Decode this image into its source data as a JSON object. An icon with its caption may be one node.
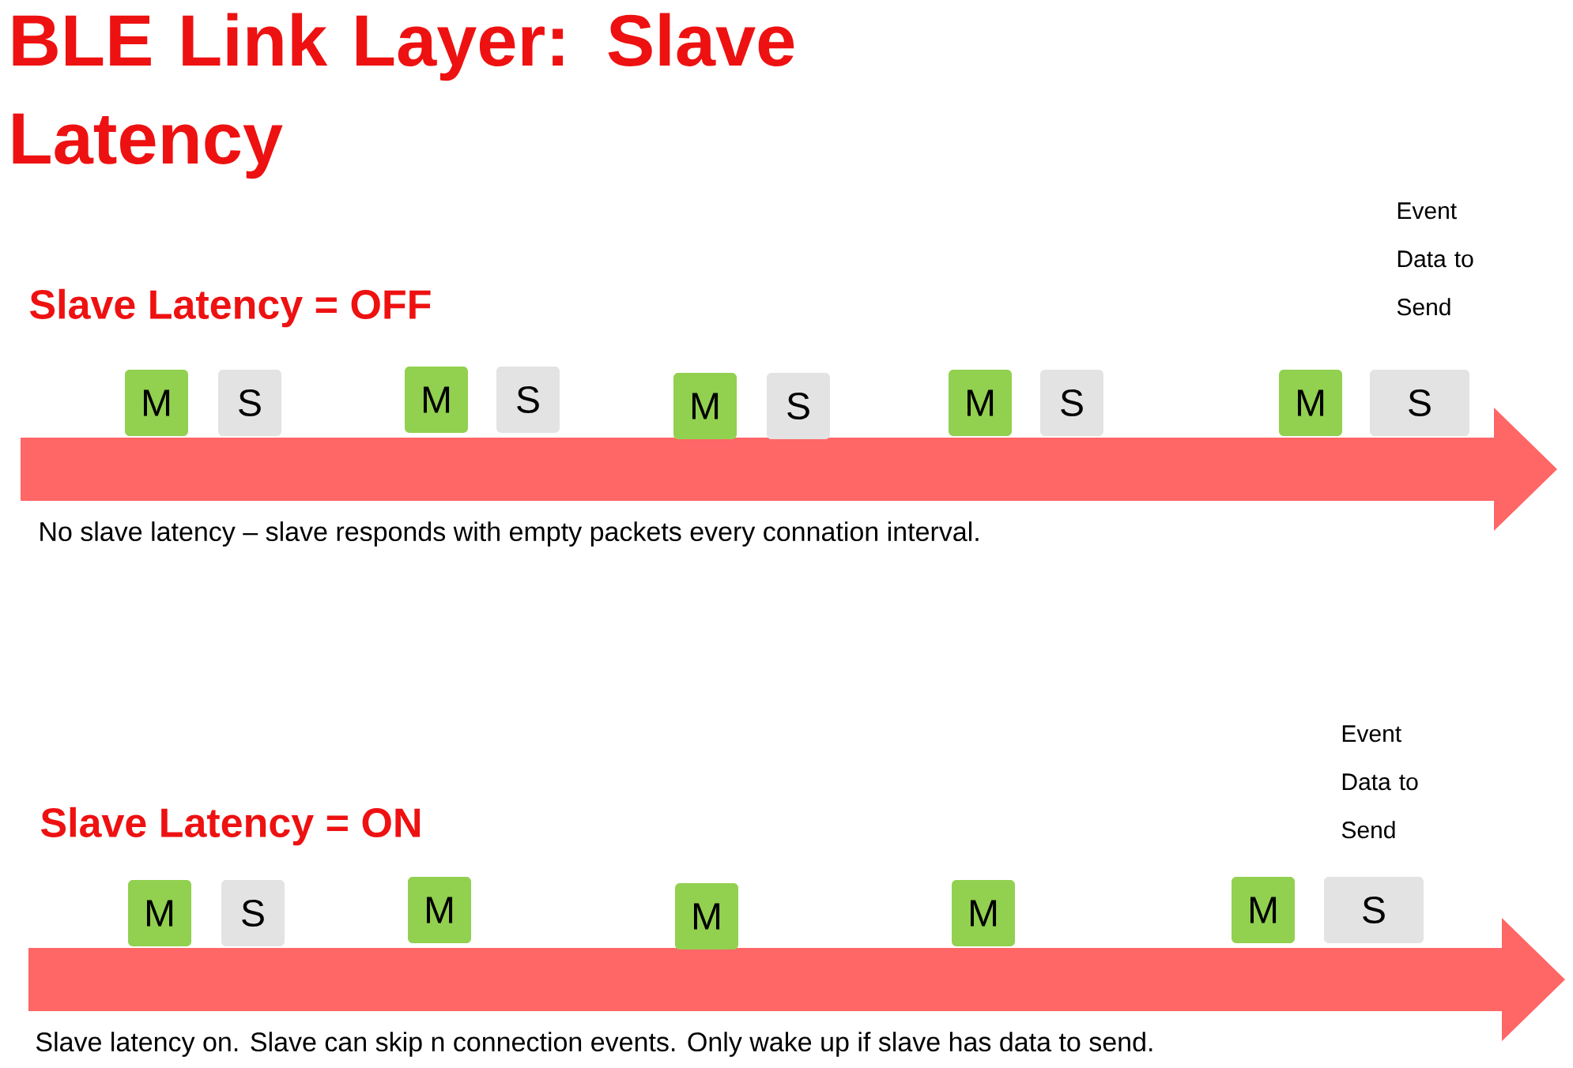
{
  "diagram": {
    "title": "BLE Link Layer: Slave Latency",
    "nodes": [
      {
        "text": [
          "M"
        ]
      },
      {
        "text": [
          "S"
        ]
      },
      {
        "text": [
          "M"
        ]
      },
      {
        "text": [
          "S"
        ]
      },
      {
        "text": [
          "M"
        ]
      },
      {
        "text": [
          "S"
        ]
      },
      {
        "text": [
          "M"
        ]
      },
      {
        "text": [
          "S"
        ]
      },
      {
        "text": [
          "M"
        ]
      },
      {
        "text": [
          "S"
        ],
        "beside": [
          "Event Data to Send"
        ]
      },
      {
        "text": [
          "M"
        ]
      },
      {
        "text": [
          "S"
        ]
      },
      {
        "text": [
          "M"
        ]
      },
      {
        "text": [
          "M"
        ]
      },
      {
        "text": [
          "M"
        ]
      },
      {
        "text": [
          "M"
        ]
      },
      {
        "text": [
          "S"
        ],
        "beside": [
          "Event Data to Send"
        ]
      }
    ],
    "labels": [
      "Slave Latency = OFF",
      "No slave latency – slave responds with empty packets every connation interval.",
      "Slave Latency = ON",
      "Slave latency on.  Slave can skip n connection events. Only wake up if slave has data to send."
    ]
  }
}
